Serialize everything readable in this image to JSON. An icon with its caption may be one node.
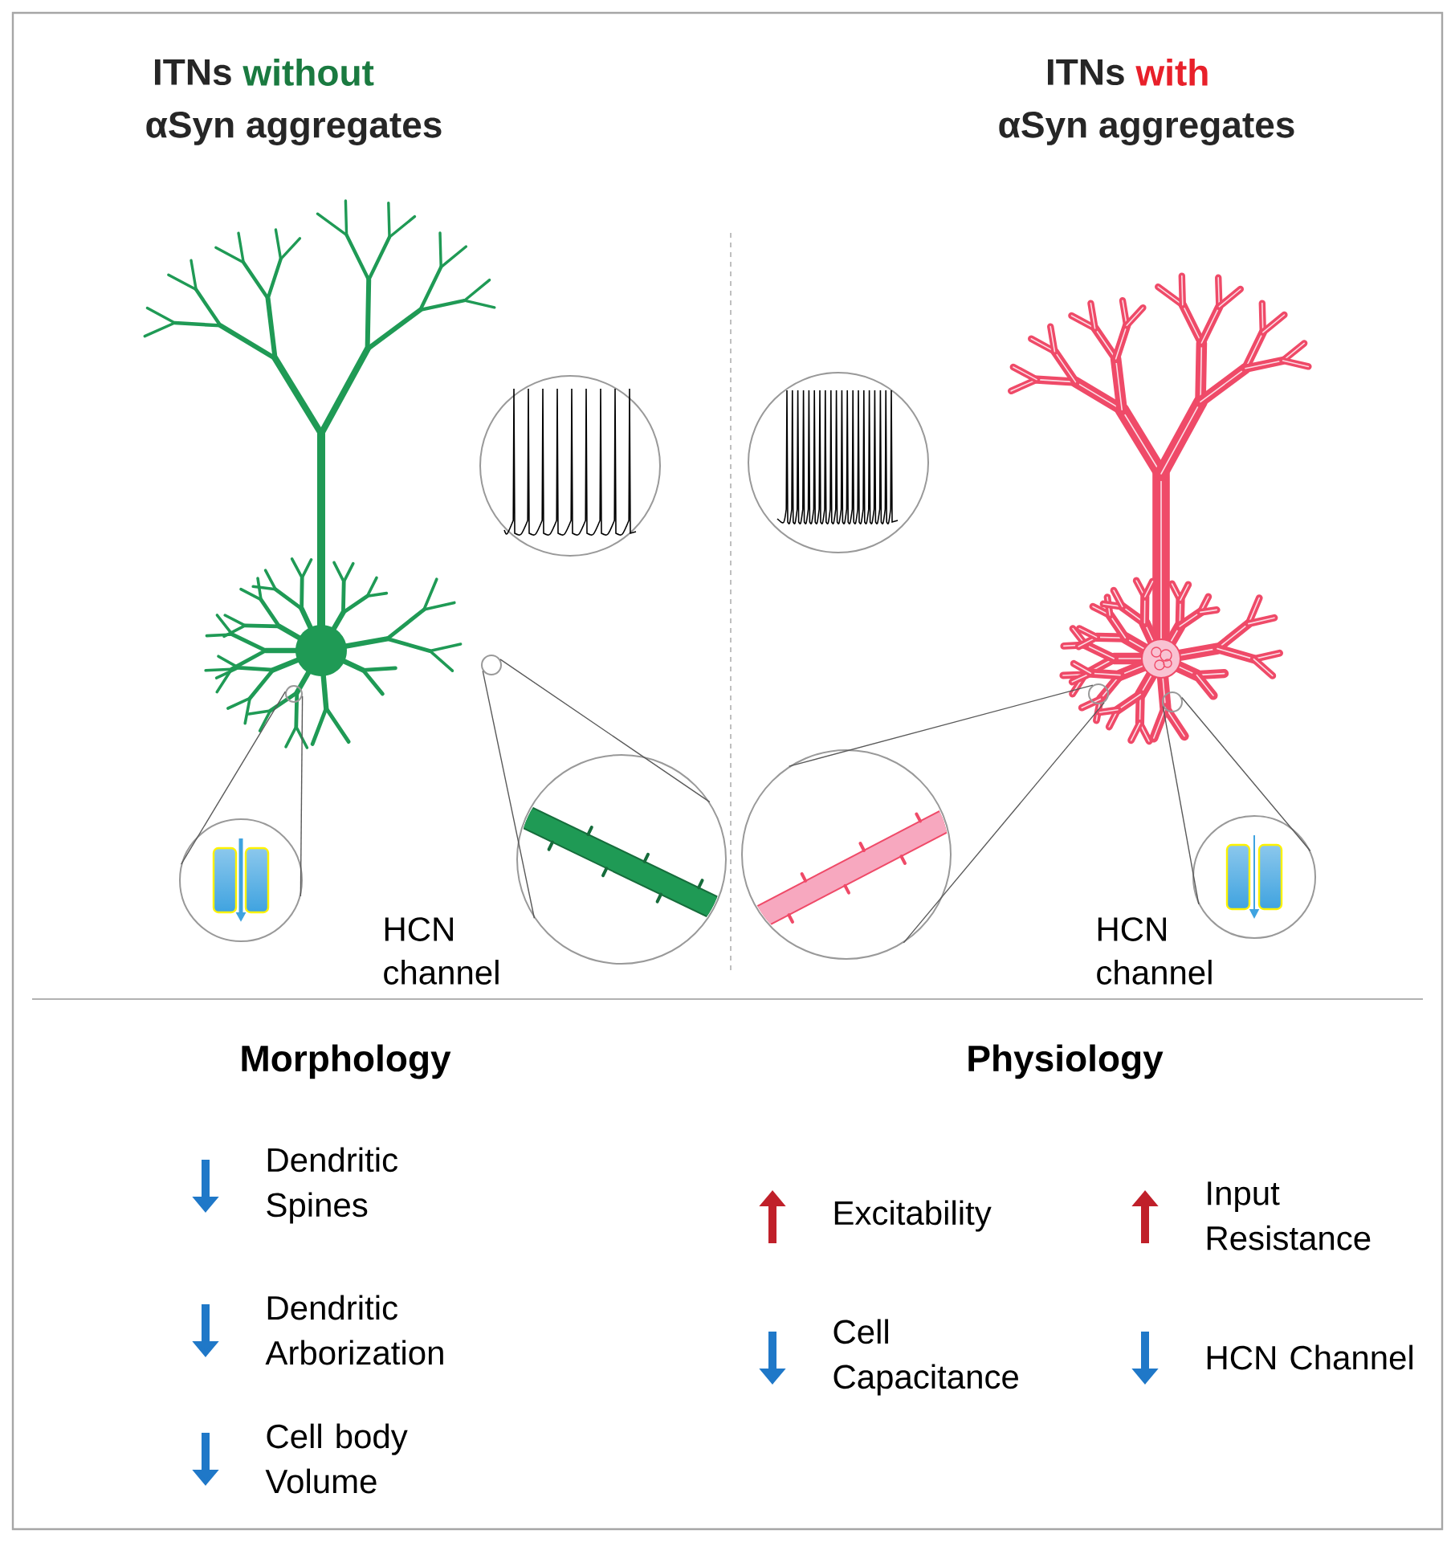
{
  "diagram": {
    "nodes": [
      {
        "text": [],
        "shape": "circle"
      },
      {
        "text": [],
        "shape": "circle"
      },
      {
        "text": [],
        "shape": "circle"
      },
      {
        "text": [],
        "shape": "circle"
      },
      {
        "text": [],
        "shape": "circle"
      },
      {
        "text": [],
        "shape": "circle"
      },
      {
        "text": [],
        "shape": "circle"
      },
      {
        "text": [],
        "shape": "circle"
      }
    ],
    "edges": [
      {
        "from": 0,
        "to": 1,
        "arrow": "none"
      },
      {
        "from": 0,
        "to": 1,
        "arrow": "none"
      },
      {
        "from": 2,
        "to": 3,
        "arrow": "none"
      },
      {
        "from": 2,
        "to": 3,
        "arrow": "none"
      },
      {
        "from": 4,
        "to": 5,
        "arrow": "none"
      },
      {
        "from": 4,
        "to": 5,
        "arrow": "none"
      },
      {
        "from": 6,
        "to": 7,
        "arrow": "none"
      },
      {
        "from": 6,
        "to": 7,
        "arrow": "none"
      }
    ],
    "labels": [
      "ITNs",
      "without",
      "αSyn aggregates",
      "ITNs",
      "with",
      "αSyn aggregates",
      "HCN channel",
      "HCN channel",
      "Morphology",
      "Physiology",
      "Dendritic Spines",
      "Excitability",
      "Input Resistance",
      "Dendritic Arborization",
      "Cell Capacitance",
      "HCN Channel",
      "Cell body Volume"
    ]
  }
}
